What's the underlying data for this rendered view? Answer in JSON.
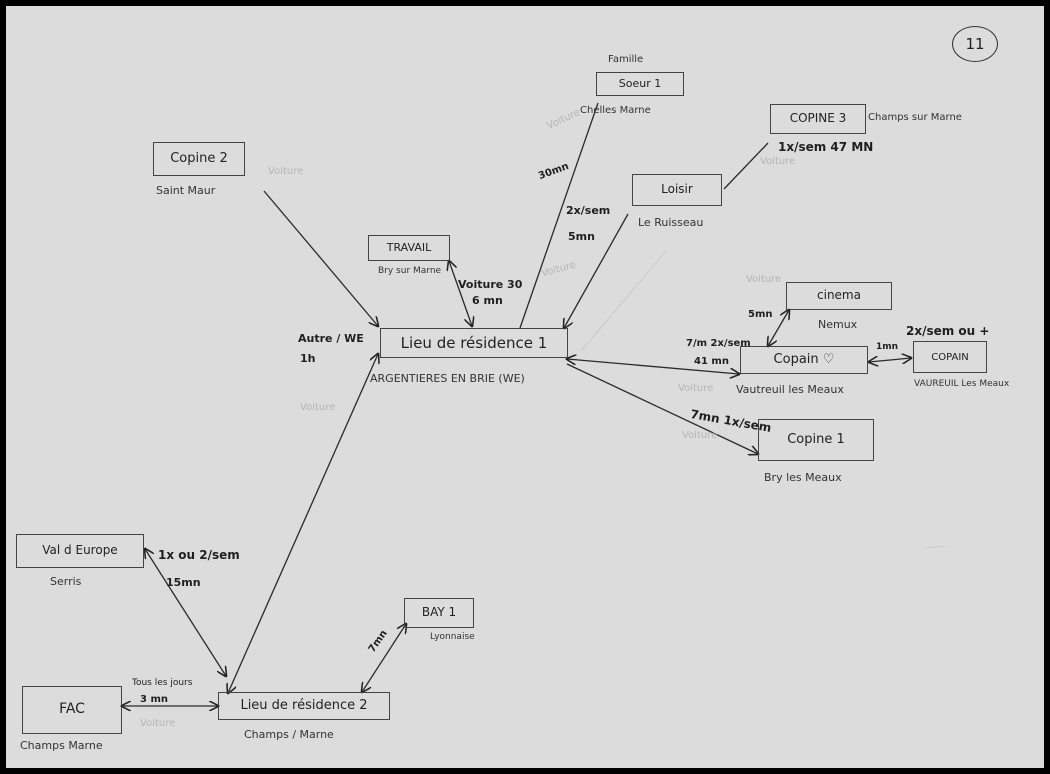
{
  "page_number": "11",
  "nodes": {
    "copine2": {
      "label": "Copine 2",
      "place": "Saint Maur"
    },
    "travail": {
      "label": "TRAVAIL",
      "place": "Bry sur Marne"
    },
    "soeur": {
      "top": "Famille",
      "label": "Soeur 1",
      "place": "Chelles Marne"
    },
    "copine3": {
      "label": "COPINE 3",
      "place": "Champs sur Marne"
    },
    "loisir": {
      "label": "Loisir",
      "place": "Le Ruisseau"
    },
    "residence1": {
      "label": "Lieu de résidence 1",
      "place": "ARGENTIERES EN BRIE (WE)"
    },
    "cinema": {
      "label": "cinema",
      "place": "Nemux"
    },
    "copain": {
      "label": "Copain ♡",
      "place": "Vautreuil les Meaux"
    },
    "copain_r": {
      "label": "COPAIN",
      "place": "VAUREUIL Les Meaux"
    },
    "copine1": {
      "label": "Copine 1",
      "place": "Bry les Meaux"
    },
    "valeurope": {
      "label": "Val d Europe",
      "place": "Serris"
    },
    "bay1": {
      "label": "BAY 1",
      "place": "Lyonnaise"
    },
    "fac": {
      "label": "FAC",
      "place": "Champs Marne"
    },
    "residence2": {
      "label": "Lieu de résidence 2",
      "place": "Champs / Marne"
    }
  },
  "annotations": {
    "freq_copine3": "1x/sem 47 MN",
    "freq_soeur": "30mn",
    "freq_loisir": "2x/sem",
    "time_loisir": "5mn",
    "freq_travail": "Voiture 30",
    "time_travail": "6 mn",
    "freq_copine2": "Autre / WE",
    "time_copine2": "1h",
    "time_cinema": "5mn",
    "freq_copain": "7/m 2x/sem",
    "time_copain": "41 mn",
    "freq_copain_r": "2x/sem ou +",
    "time_copain_r": "1mn",
    "freq_copine1": "7mn 1x/sem",
    "freq_valeurope": "1x ou 2/sem",
    "time_valeurope": "15mn",
    "freq_fac": "Tous les jours",
    "time_fac": "3 mn",
    "freq_bay1": "7mn"
  },
  "faint_labels": {
    "voiture": "Voiture",
    "voiture2": "Voiture",
    "voiture3": "Voiture",
    "voiture4": "Voiture",
    "voiture5": "Voiture",
    "voiture6": "Voiture",
    "voiture7": "Voiture",
    "voiture8": "Voiture",
    "voiture9": "Voiture"
  }
}
